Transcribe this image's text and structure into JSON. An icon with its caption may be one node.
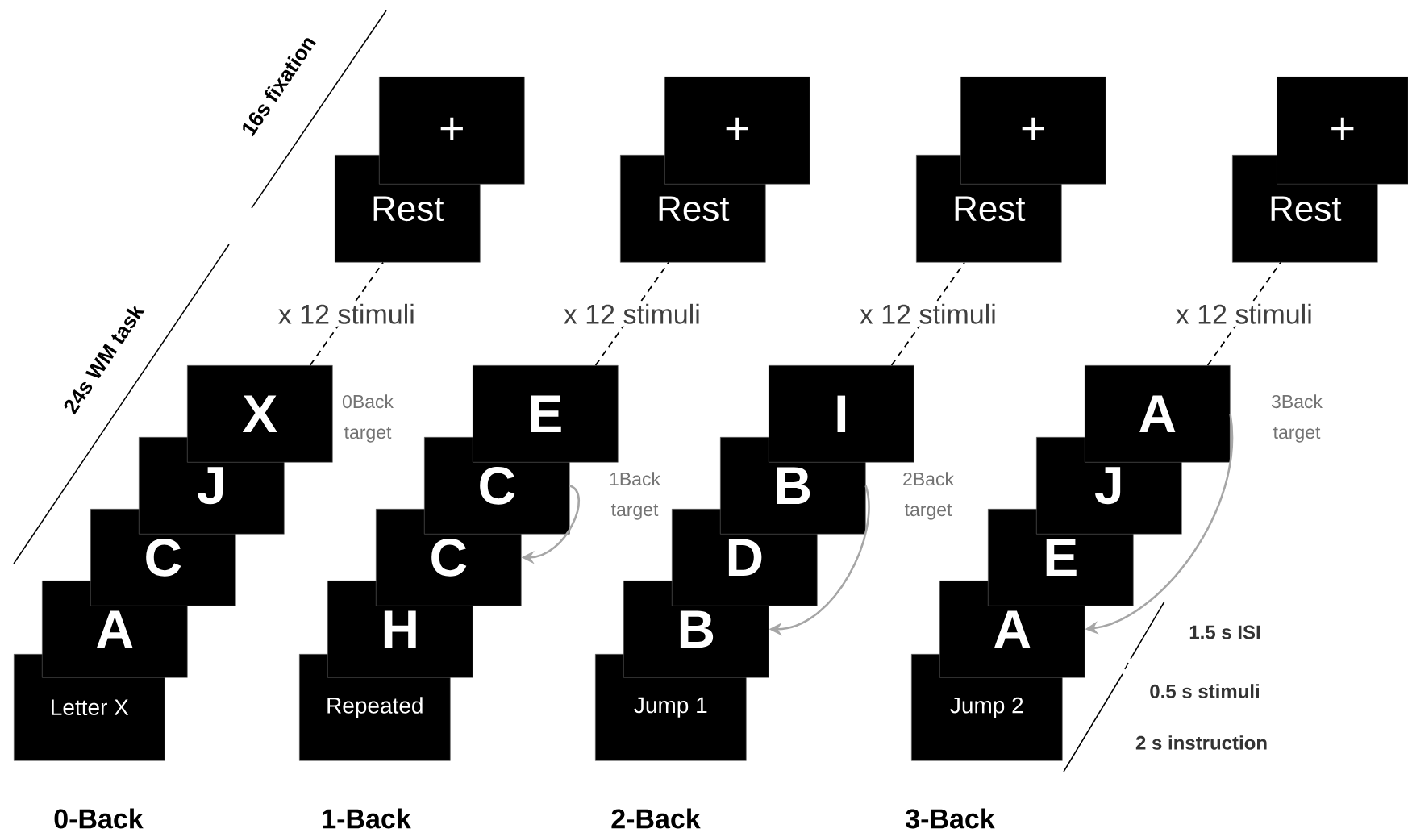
{
  "diagram": {
    "nodes": [
      {
        "text": [
          "Letter X"
        ]
      },
      {
        "text": [
          "A"
        ]
      },
      {
        "text": [
          "C"
        ]
      },
      {
        "text": [
          "J"
        ]
      },
      {
        "text": [
          "X"
        ],
        "beside": [
          "0Back target"
        ]
      },
      {
        "text": [
          "Rest"
        ]
      },
      {
        "text": [
          "+"
        ]
      },
      {
        "text": [
          "Repeated"
        ]
      },
      {
        "text": [
          "H"
        ]
      },
      {
        "text": [
          "C"
        ]
      },
      {
        "text": [
          "C"
        ]
      },
      {
        "text": [
          "E"
        ]
      },
      {
        "text": [
          "Rest"
        ]
      },
      {
        "text": [
          "+"
        ]
      },
      {
        "text": [
          "Jump 1"
        ]
      },
      {
        "text": [
          "B"
        ]
      },
      {
        "text": [
          "D"
        ]
      },
      {
        "text": [
          "B"
        ]
      },
      {
        "text": [
          "I"
        ]
      },
      {
        "text": [
          "Rest"
        ]
      },
      {
        "text": [
          "+"
        ]
      },
      {
        "text": [
          "Jump 2"
        ]
      },
      {
        "text": [
          "A"
        ]
      },
      {
        "text": [
          "E"
        ]
      },
      {
        "text": [
          "J"
        ]
      },
      {
        "text": [
          "A"
        ],
        "beside": [
          "3Back target"
        ]
      },
      {
        "text": [
          "Rest"
        ]
      },
      {
        "text": [
          "+"
        ]
      }
    ],
    "edges": [
      {
        "from": 4,
        "to": 5,
        "arrow": "none",
        "style": "dashed",
        "label": "x 12 stimuli"
      },
      {
        "from": 11,
        "to": 12,
        "arrow": "none",
        "style": "dashed",
        "label": "x 12 stimuli"
      },
      {
        "from": 10,
        "to": 9,
        "arrow": "to",
        "color": "#a6a6a6"
      },
      {
        "from": 18,
        "to": 19,
        "arrow": "none",
        "style": "dashed",
        "label": "x 12 stimuli"
      },
      {
        "from": 17,
        "to": 15,
        "arrow": "to",
        "color": "#a6a6a6"
      },
      {
        "from": 25,
        "to": 26,
        "arrow": "none",
        "style": "dashed",
        "label": "x 12 stimuli"
      },
      {
        "from": 25,
        "to": 22,
        "arrow": "to",
        "color": "#a6a6a6"
      }
    ],
    "labels": [
      "16s fixation",
      "24s WM task",
      "1Back target",
      "2Back target",
      "1.5 s ISI",
      "0.5 s stimuli",
      "2 s instruction",
      "0-Back",
      "1-Back",
      "2-Back",
      "3-Back"
    ]
  }
}
